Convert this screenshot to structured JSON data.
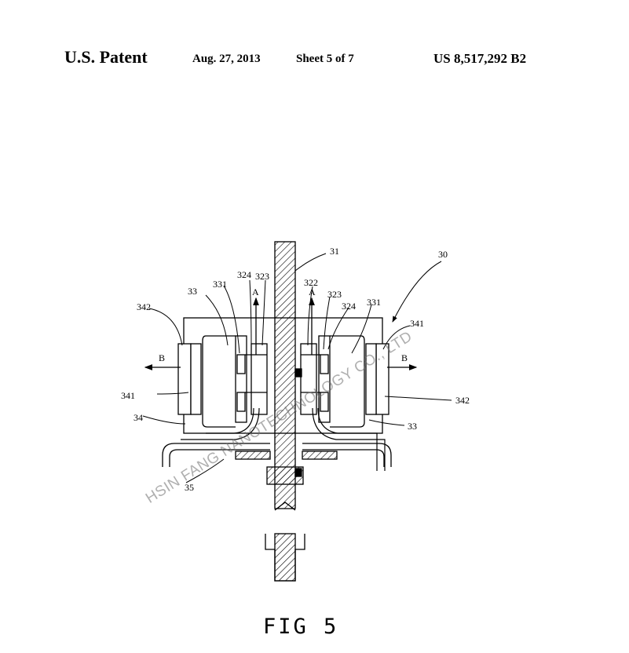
{
  "header": {
    "title": "U.S. Patent",
    "date": "Aug. 27, 2013",
    "sheet": "Sheet 5 of 7",
    "patent_number": "US 8,517,292 B2"
  },
  "figure": {
    "caption": "FIG  5",
    "labels": {
      "l30": "30",
      "l31": "31",
      "l322": "322",
      "l324a": "324",
      "l323a": "323",
      "l331a": "331",
      "l323b": "323",
      "l324b": "324",
      "l331b": "331",
      "l33a": "33",
      "l33b": "33",
      "l342a": "342",
      "l341a": "341",
      "l341b": "341",
      "l342b": "342",
      "l34": "34",
      "l35": "35",
      "arrowA1": "A",
      "arrowA2": "A",
      "arrowB1": "B",
      "arrowB2": "B"
    }
  },
  "watermark": "HSIN FANG NANOTECHNOLOGY CO., LTD"
}
